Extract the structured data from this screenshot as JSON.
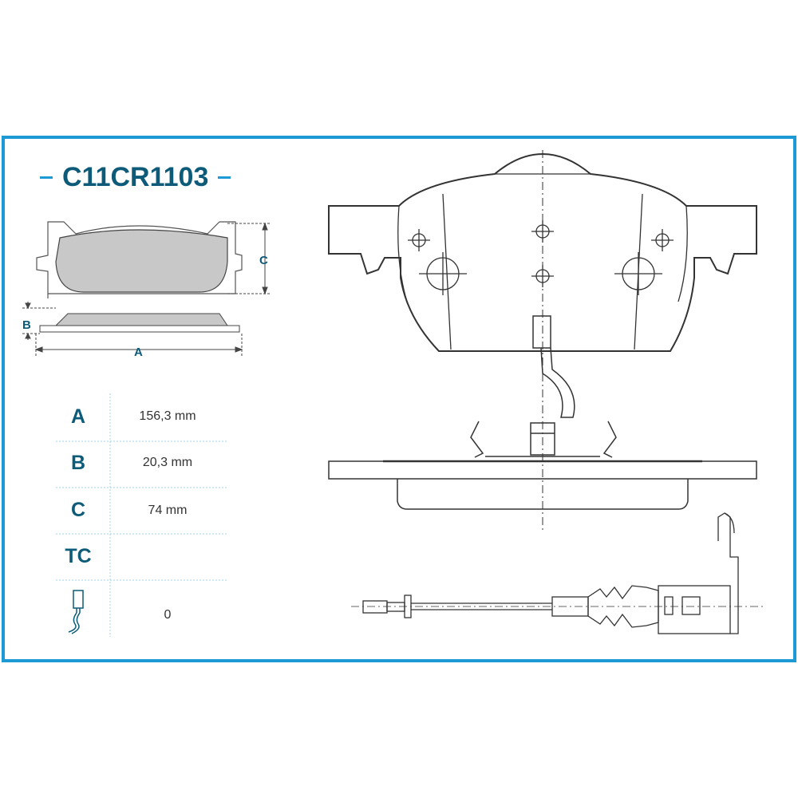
{
  "part_number": "C11CR1103",
  "colors": {
    "frame": "#1d9ad6",
    "text": "#0d5b78",
    "pad_fill": "#c8c8c8",
    "line": "#333333"
  },
  "dimension_labels": {
    "a": "A",
    "b": "B",
    "c": "C"
  },
  "specs": [
    {
      "key": "A",
      "value": "156,3 mm"
    },
    {
      "key": "B",
      "value": "20,3 mm"
    },
    {
      "key": "C",
      "value": "74 mm"
    },
    {
      "key": "TC",
      "value": ""
    },
    {
      "key": "sensor-icon",
      "value": "0"
    }
  ]
}
